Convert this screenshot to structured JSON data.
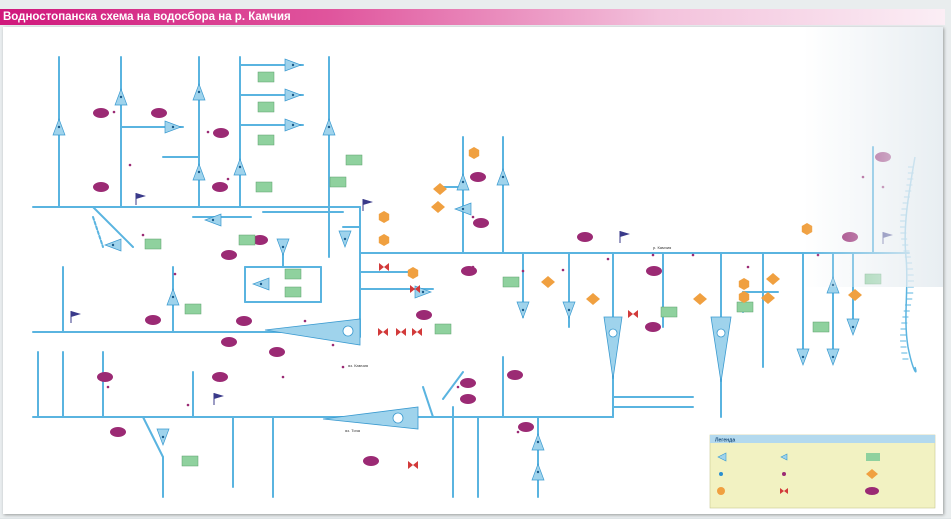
{
  "header": {
    "title": "Водностопанска схема на водосбора на р. Камчия"
  },
  "colors": {
    "title_bar": "#d0187c",
    "river": "#5ab4e0",
    "gauge": "#9fd3ec",
    "gauge_stroke": "#3a9ad0",
    "user": "#9b2a74",
    "user_green": "#8fd19e",
    "orange": "#f0a040",
    "flag": "#3a3a8a",
    "red_valve": "#d23a3a"
  },
  "diagram": {
    "labels": {
      "kamchia": "р. Камчия",
      "main_reservoir": "яз. Камчия",
      "lower_reservoir": "яз. Тича"
    },
    "icons": [
      "triangle-gauge-icon",
      "station-dot-icon",
      "user-ellipse-icon",
      "user-square-icon",
      "orange-diamond-icon",
      "hexagon-icon",
      "valve-icon",
      "flag-icon"
    ]
  },
  "legend": {
    "title": "Легенда",
    "items": [
      {
        "icon": "triangle-gauge-icon",
        "text": ""
      },
      {
        "icon": "station-dot-icon",
        "text": ""
      },
      {
        "icon": "hexagon-icon",
        "text": ""
      },
      {
        "icon": "triangle-small-icon",
        "text": ""
      },
      {
        "icon": "station-dot-purple-icon",
        "text": ""
      },
      {
        "icon": "valve-icon",
        "text": ""
      },
      {
        "icon": "user-square-icon",
        "text": ""
      },
      {
        "icon": "orange-diamond-icon",
        "text": ""
      },
      {
        "icon": "user-ellipse-icon",
        "text": ""
      }
    ]
  }
}
